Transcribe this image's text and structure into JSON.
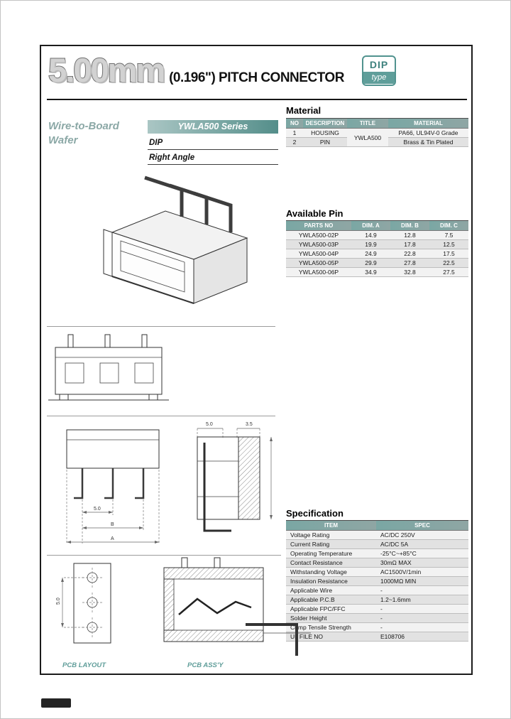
{
  "header": {
    "title_big": "5.00mm",
    "title_rest": "(0.196\") PITCH CONNECTOR",
    "badge_line1": "DIP",
    "badge_line2": "type"
  },
  "product": {
    "family_line1": "Wire-to-Board",
    "family_line2": "Wafer",
    "series": "YWLA500 Series",
    "mount_type": "DIP",
    "angle": "Right Angle"
  },
  "material": {
    "heading": "Material",
    "col_no": "NO",
    "col_description": "DESCRIPTION",
    "col_title": "TITLE",
    "col_material": "MATERIAL",
    "shared_title": "YWLA500",
    "rows": [
      {
        "no": "1",
        "description": "HOUSING",
        "material": "PA66, UL94V-0 Grade"
      },
      {
        "no": "2",
        "description": "PIN",
        "material": "Brass & Tin Plated"
      }
    ]
  },
  "available_pin": {
    "heading": "Available Pin",
    "col_parts": "PARTS NO",
    "col_a": "DIM. A",
    "col_b": "DIM. B",
    "col_c": "DIM. C",
    "rows": [
      {
        "part": "YWLA500-02P",
        "a": "14.9",
        "b": "12.8",
        "c": "7.5"
      },
      {
        "part": "YWLA500-03P",
        "a": "19.9",
        "b": "17.8",
        "c": "12.5"
      },
      {
        "part": "YWLA500-04P",
        "a": "24.9",
        "b": "22.8",
        "c": "17.5"
      },
      {
        "part": "YWLA500-05P",
        "a": "29.9",
        "b": "27.8",
        "c": "22.5"
      },
      {
        "part": "YWLA500-06P",
        "a": "34.9",
        "b": "32.8",
        "c": "27.5"
      }
    ]
  },
  "specification": {
    "heading": "Specification",
    "col_item": "ITEM",
    "col_spec": "SPEC",
    "rows": [
      {
        "item": "Voltage Rating",
        "spec": "AC/DC 250V"
      },
      {
        "item": "Current Rating",
        "spec": "AC/DC 5A"
      },
      {
        "item": "Operating Temperature",
        "spec": "-25°C~+85°C"
      },
      {
        "item": "Contact Resistance",
        "spec": "30mΩ MAX"
      },
      {
        "item": "Withstanding Voltage",
        "spec": "AC1500V/1min"
      },
      {
        "item": "Insulation Resistance",
        "spec": "1000MΩ MIN"
      },
      {
        "item": "Applicable Wire",
        "spec": "-"
      },
      {
        "item": "Applicable P.C.B",
        "spec": "1.2~1.6mm"
      },
      {
        "item": "Applicable FPC/FFC",
        "spec": "-"
      },
      {
        "item": "Solder Height",
        "spec": "-"
      },
      {
        "item": "Crimp Tensile Strength",
        "spec": "-"
      },
      {
        "item": "UL FILE NO",
        "spec": "E108706"
      }
    ]
  },
  "drawings": {
    "pcb_layout_label": "PCB LAYOUT",
    "pcb_assy_label": "PCB ASS'Y",
    "dims": {
      "pitch": "5.0",
      "width": "3.5",
      "a": "A",
      "b": "B"
    }
  }
}
